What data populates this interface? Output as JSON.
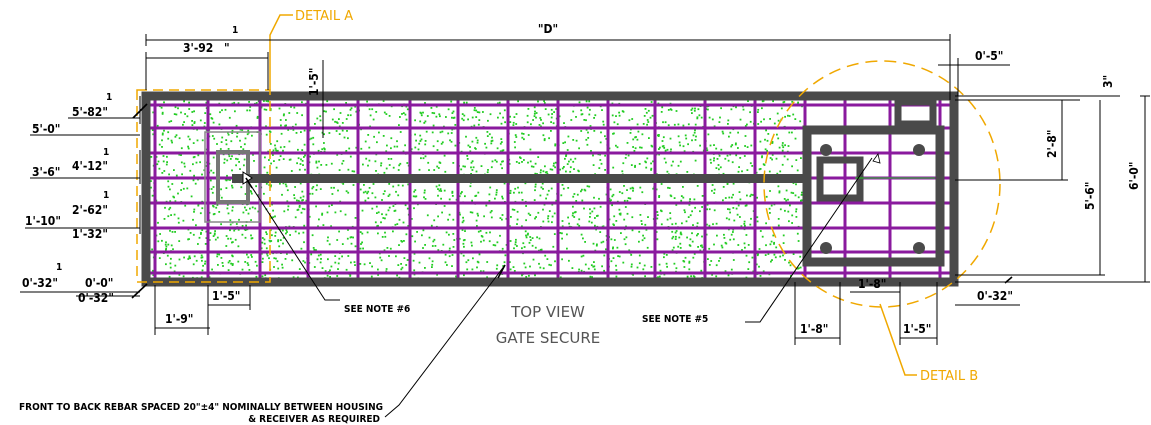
{
  "colors": {
    "concrete": "#22cc22",
    "rebar": "#8a1a9e",
    "frame": "#4a4a4a",
    "detail": "#f0a800",
    "caption": "#555555"
  },
  "caption": {
    "line1": "TOP VIEW",
    "line2": "GATE SECURE"
  },
  "details": {
    "a": "DETAIL A",
    "b": "DETAIL B"
  },
  "notes": {
    "note6": "SEE NOTE #6",
    "note5": "SEE NOTE #5",
    "rebar_line1": "FRONT TO BACK REBAR SPACED 20\"±4\" NOMINALLY BETWEEN HOUSING",
    "rebar_line2": "& RECEIVER AS REQUIRED"
  },
  "dims": {
    "overall_length": "\"D\"",
    "top_left_frac": "1",
    "top_left_main": "3'-92",
    "top_left_den": "\"",
    "vertical_1_5": "1'-5\"",
    "right_0_5": "0'-5\"",
    "right_3": "3\"",
    "right_2_8": "2'-8\"",
    "right_5_6": "5'-6\"",
    "right_6_0": "6'-0\"",
    "left_5_8_frac": "1",
    "left_5_8": "5'-82\"",
    "left_5_0": "5'-0\"",
    "left_4_1_frac": "1",
    "left_4_1": "4'-12\"",
    "left_3_6": "3'-6\"",
    "left_2_6_frac": "1",
    "left_2_6": "2'-62\"",
    "left_1_10": "1'-10\"",
    "left_1_3": "1'-32\"",
    "left_0_3_frac": "1",
    "left_0_3": "0'-32\"",
    "left_0_0": "0'-0\"",
    "left_0_3b": "0'-32\"",
    "bottom_1_9": "1'-9\"",
    "bottom_1_5": "1'-5\"",
    "bottom_1_8a": "1'-8\"",
    "bottom_1_8b": "1'-8\"",
    "bottom_1_5b": "1'-5\"",
    "bottom_0_3": "0'-32\""
  }
}
